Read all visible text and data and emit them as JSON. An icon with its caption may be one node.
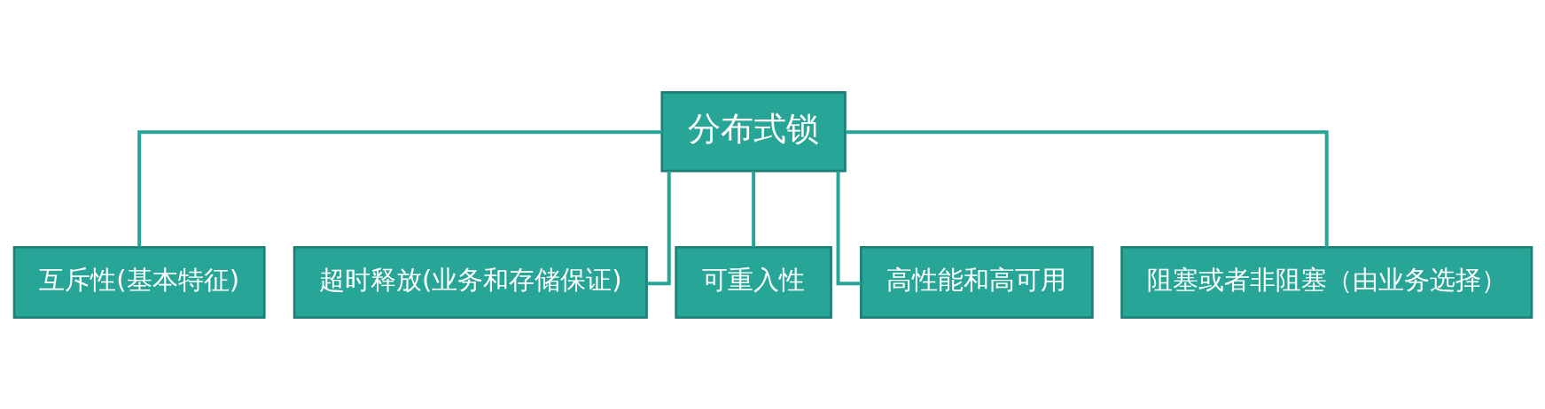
{
  "diagram": {
    "nodes": [
      {
        "text": [
          "分布式锁"
        ]
      },
      {
        "text": [
          "互斥性(基本特征)"
        ]
      },
      {
        "text": [
          "超时释放(业务和存储保证)"
        ]
      },
      {
        "text": [
          "可重入性"
        ]
      },
      {
        "text": [
          "高性能和高可用"
        ]
      },
      {
        "text": [
          "阻塞或者非阻塞（由业务选择）"
        ]
      }
    ],
    "edges": [
      {
        "from": 0,
        "to": 1,
        "arrow": "none"
      },
      {
        "from": 0,
        "to": 2,
        "arrow": "none"
      },
      {
        "from": 0,
        "to": 3,
        "arrow": "none"
      },
      {
        "from": 0,
        "to": 4,
        "arrow": "none"
      },
      {
        "from": 0,
        "to": 5,
        "arrow": "none"
      }
    ]
  }
}
